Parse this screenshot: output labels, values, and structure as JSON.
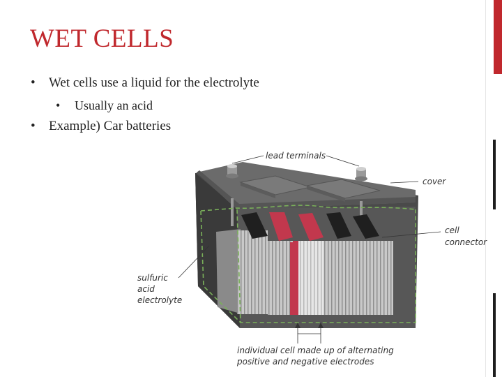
{
  "slide": {
    "title": "WET CELLS",
    "bullets": [
      {
        "text": "Wet cells use a liquid for the electrolyte",
        "level": 1
      },
      {
        "text": "Usually an acid",
        "level": 2
      },
      {
        "text": "Example) Car batteries",
        "level": 1
      }
    ],
    "bullet_glyph": "•"
  },
  "diagram": {
    "labels": {
      "lead_terminals": "lead terminals",
      "cover": "cover",
      "cell_connector_1": "cell",
      "cell_connector_2": "connector",
      "electrolyte_1": "sulfuric",
      "electrolyte_2": "acid",
      "electrolyte_3": "electrolyte",
      "cells_1": "individual cell made up of alternating",
      "cells_2": "positive and negative electrodes"
    }
  },
  "colors": {
    "accent": "#c0282d",
    "text": "#222222",
    "electrolyte_outline": "#7ab05a",
    "positive_plate": "#c2384d",
    "negative_plate": "#2b2b2b"
  }
}
